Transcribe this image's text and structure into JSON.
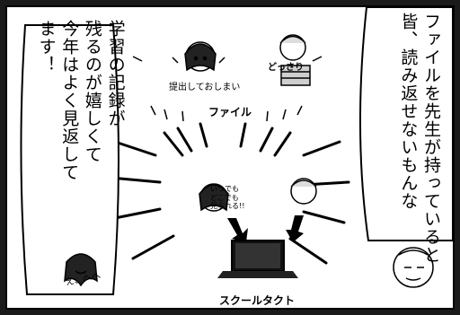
{
  "speech": {
    "left_bubble": "学習の記録が\n残るのが嬉しくて\n今年はよく見返して\nます！",
    "right_bubble": "ファイルを先生が持っていると\n皆、読み返せないもんな"
  },
  "scribbles": {
    "file_label": "ファイル",
    "submit_text": "提出しておしまい",
    "dosa_text": "どっさり",
    "anytime_text": "いつでも\nどこでも\n見られる!!",
    "product_label": "スクールタクト",
    "eh_text": "え、へへ"
  },
  "colors": {
    "ink": "#000000",
    "paper": "#ffffff",
    "screentone": "#cfcfcf"
  }
}
